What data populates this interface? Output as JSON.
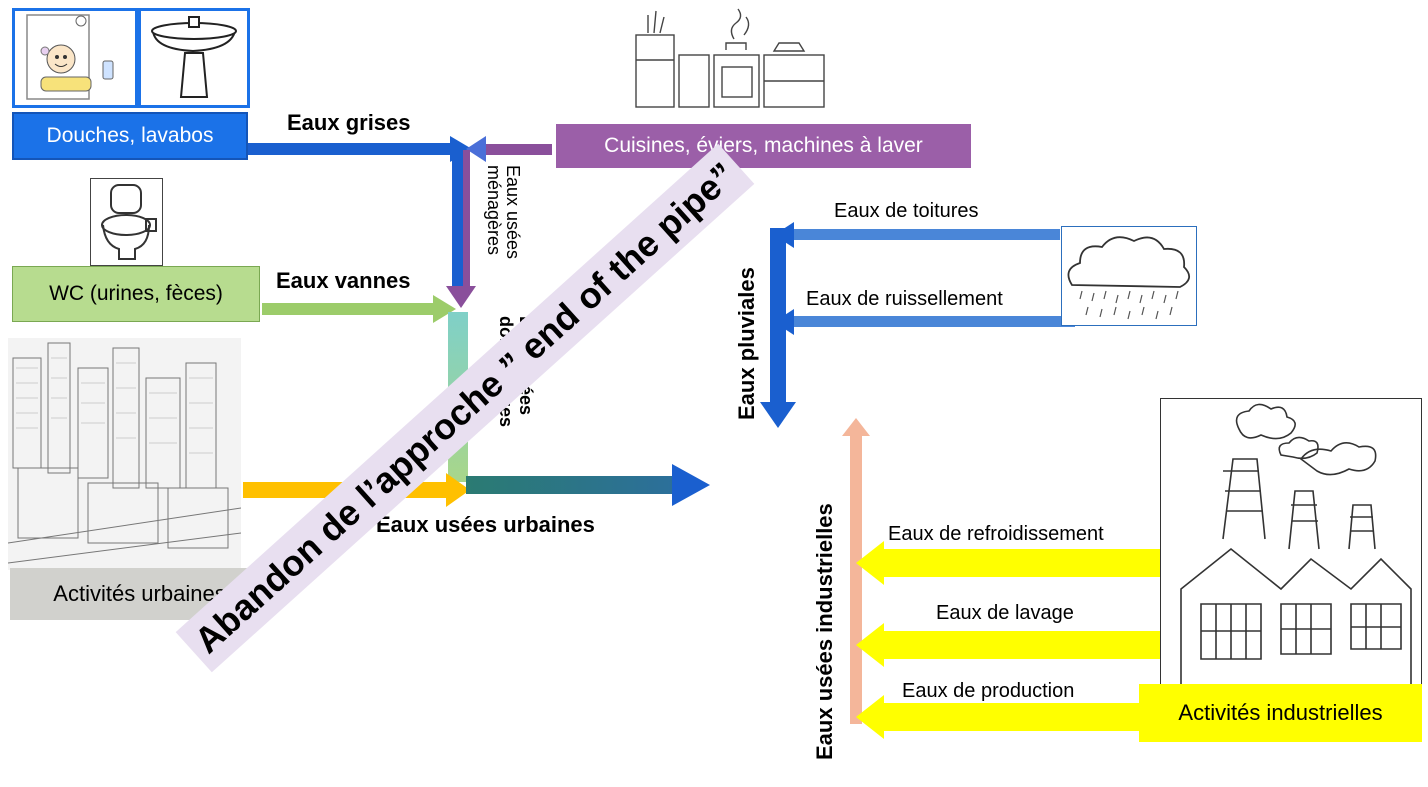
{
  "sources": {
    "douches": "Douches, lavabos",
    "cuisines": "Cuisines, éviers, machines à laver",
    "wc": "WC (urines, fèces)",
    "urbaines": "Activités urbaines",
    "industrielles": "Activités industrielles"
  },
  "flows": {
    "eaux_grises": "Eaux grises",
    "eaux_vannes": "Eaux vannes",
    "eaux_usees_menageres": "Eaux usées\nménagères",
    "eaux_usees_domestiques": "Eaux usées\ndomestiques",
    "eaux_usees_urbaines": "Eaux usées urbaines",
    "eaux_de_toitures": "Eaux de toitures",
    "eaux_de_ruissellement": "Eaux de ruissellement",
    "eaux_pluviales": "Eaux pluviales",
    "eaux_usees_industrielles": "Eaux usées industrielles",
    "eaux_de_refroidissement": "Eaux de refroidissement",
    "eaux_de_lavage": "Eaux de lavage",
    "eaux_de_production": "Eaux de production"
  },
  "banner": "Abandon de l’approche ” end of the pipe”",
  "colors": {
    "blue_box": "#1b72e8",
    "purple_box": "#9b5fa8",
    "green_box": "#b7dc8f",
    "gray_box": "#d1d1cd",
    "yellow": "#ffff00",
    "dark_blue_arrow": "#1a5fcf",
    "light_blue_arrow": "#4a86d8",
    "purple_arrow": "#8a4f9b",
    "green_arrow": "#9ccc6a",
    "orange_arrow": "#ffc000",
    "teal_arrow": "#2e7f7a",
    "salmon_arrow": "#f4b69a",
    "banner_bg": "#e8dff0"
  },
  "icons": [
    "bath-icon",
    "sink-icon",
    "kitchen-icon",
    "toilet-icon",
    "city-icon",
    "rain-cloud-icon",
    "factory-icon"
  ]
}
